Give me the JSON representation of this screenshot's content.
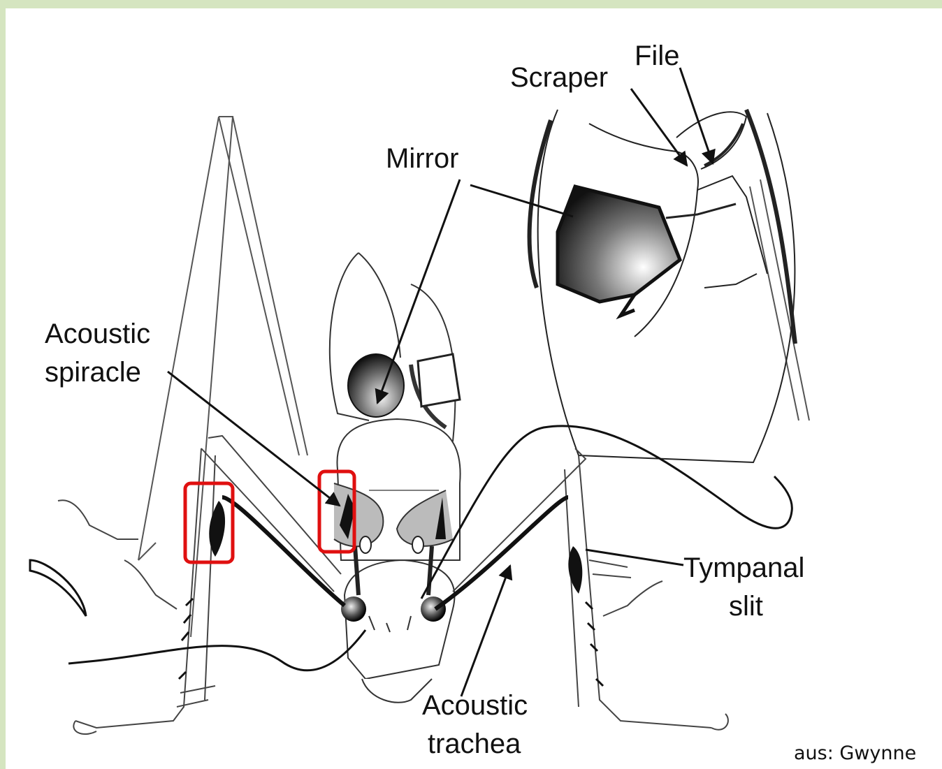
{
  "labels": {
    "file": "File",
    "scraper": "Scraper",
    "mirror": "Mirror",
    "acoustic_spiracle_line1": "Acoustic",
    "acoustic_spiracle_line2": "spiracle",
    "tympanal_slit_line1": "Tympanal",
    "tympanal_slit_line2": "slit",
    "acoustic_trachea_line1": "Acoustic",
    "acoustic_trachea_line2": "trachea"
  },
  "credit": "aus: Gwynne",
  "colors": {
    "background_frame": "#d5e5c0",
    "highlight_box": "#e01010",
    "ink": "#111111"
  }
}
